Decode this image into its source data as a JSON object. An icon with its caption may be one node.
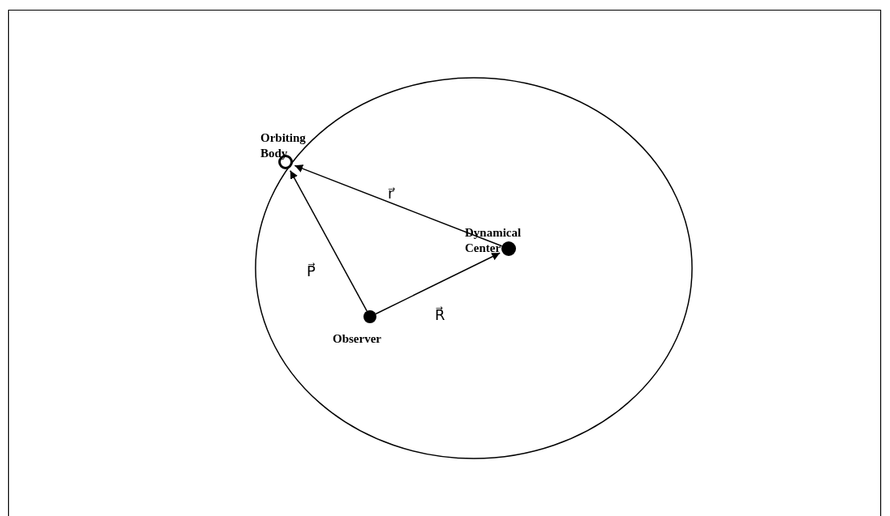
{
  "diagram": {
    "nodes": [
      {
        "text": [
          "Orbiting Body"
        ]
      },
      {
        "text": [
          "Dynamical Center"
        ]
      },
      {
        "text": [
          "Observer"
        ]
      }
    ],
    "edges": [
      {
        "from": 1,
        "to": 0,
        "arrow": "to",
        "label": "r⃗"
      },
      {
        "from": 2,
        "to": 0,
        "arrow": "to",
        "label": "P⃗"
      },
      {
        "from": 2,
        "to": 1,
        "arrow": "to",
        "label": "R⃗"
      }
    ]
  }
}
